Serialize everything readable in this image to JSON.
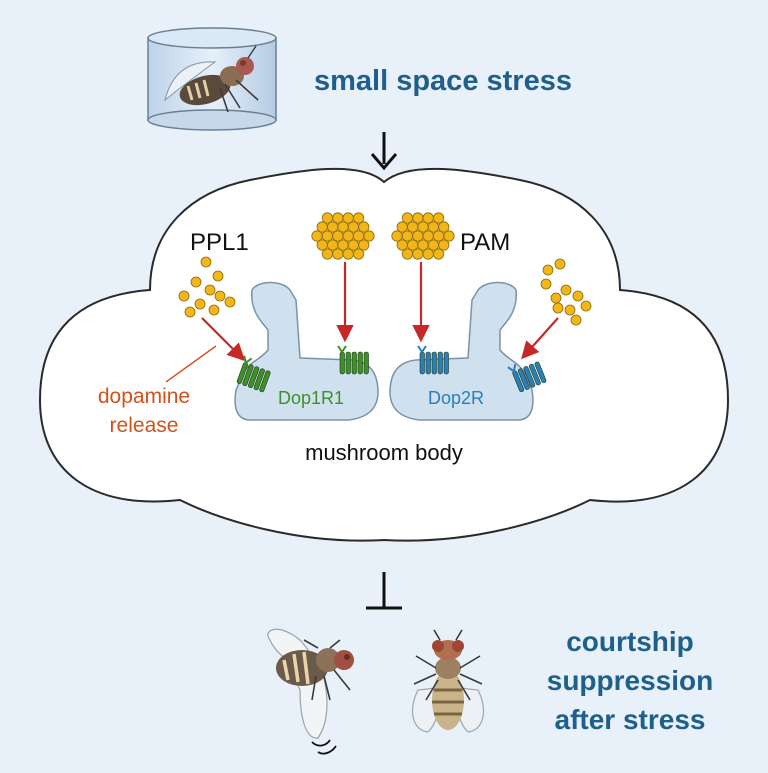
{
  "diagram": {
    "title": "small space stress",
    "labels": {
      "ppl1": "PPL1",
      "pam": "PAM",
      "dop1r1": "Dop1R1",
      "dop2r": "Dop2R",
      "dopamine_release_line1": "dopamine",
      "dopamine_release_line2": "release",
      "mushroom_body": "mushroom body"
    },
    "outcome": {
      "line1": "courtship",
      "line2": "suppression",
      "line3": "after stress"
    },
    "colors": {
      "background": "#e8f0fa",
      "title_blue": "#1f5f8b",
      "dopamine_dot": "#f2b619",
      "dopamine_dot_stroke": "#8a6a08",
      "arrow_red": "#c62828",
      "release_orange": "#d2521c",
      "dop1r1_green": "#3f8f2a",
      "dop2r_blue": "#2a7fb8",
      "mushroom_body_fill": "#cfe0ee"
    }
  }
}
